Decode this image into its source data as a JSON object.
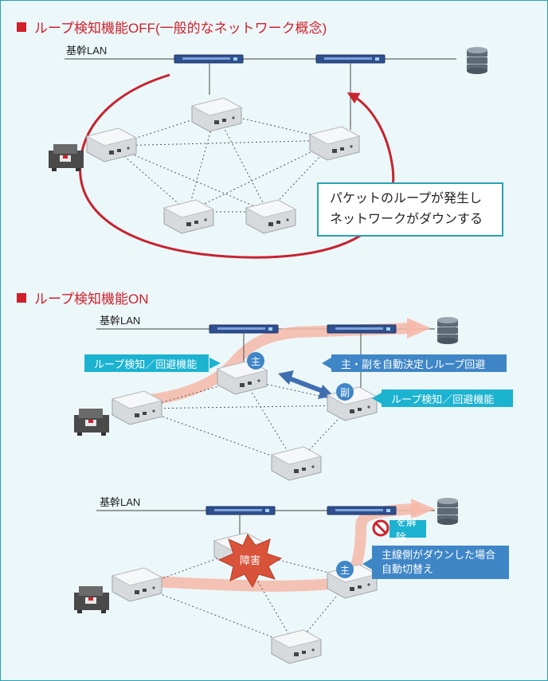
{
  "section1": {
    "title": "ループ検知機能OFF(一般的なネットワーク概念)"
  },
  "section2": {
    "title": "ループ検知機能ON"
  },
  "backbone_label": "基幹LAN",
  "diagram1": {
    "callout_line1": "パケットのループが発生し",
    "callout_line2": "ネットワークがダウンする"
  },
  "diagram2": {
    "tag_left": "ループ検知／回避機能",
    "tag_right": "ループ検知／回避機能",
    "tag_auto": "主・副を自動決定しループ回避",
    "badge_primary": "主",
    "badge_secondary": "副"
  },
  "diagram3": {
    "fault_label": "障害",
    "release_label": "を解除",
    "switch_line1": "主線側がダウンした場合",
    "switch_line2": "自動切替え",
    "badge_primary": "主"
  },
  "colors": {
    "accent_red": "#d0212d",
    "teal": "#2aa1b3",
    "cyan_tag": "#1cb3d1",
    "blue_tag": "#3f86c7",
    "switch_blue": "#2f4f8f",
    "flow_salmon": "#f6b8a8"
  }
}
